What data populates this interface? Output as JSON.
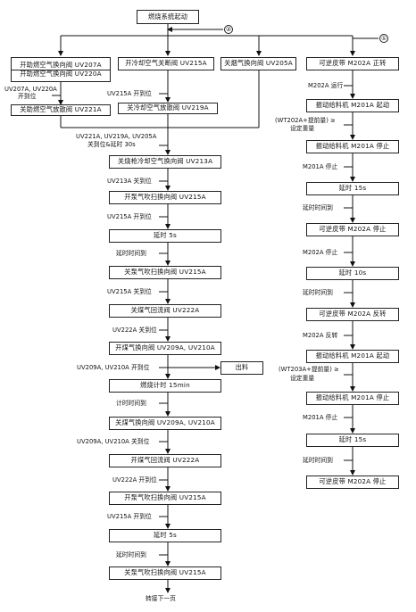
{
  "start": "燃烧系统起动",
  "markers": {
    "one": "①",
    "two": "②"
  },
  "left": {
    "bA1": "开助燃空气换向阀 UV207A",
    "bA2": "开助燃空气换向阀 UV220A",
    "bB": "开冷却空气关断阀 UV215A",
    "bC": "关烟气换向阀 UV205A",
    "lA": "UV207A, UV220A",
    "lA2": "开到位",
    "lB": "UV215A 开到位",
    "bD": "关助燃空气放散阀 UV221A",
    "bE": "关冷却空气放散阀 UV219A",
    "lJ1": "UV221A, UV219A, UV205A",
    "lJ2": "关到位&延时 30s",
    "s1": "关烧枪冷却空气换向阀 UV213A",
    "s1l": "UV213A 关到位",
    "s2": "开泵气吹扫换向阀 UV215A",
    "s2l": "UV215A 开到位",
    "s3": "延时 5s",
    "s3l": "延时时间到",
    "s4": "关泵气吹扫换向阀 UV215A",
    "s4l": "UV215A 关到位",
    "s5": "关煤气回流阀 UV222A",
    "s5l": "UV222A 关到位",
    "s6": "开煤气换向阀 UV209A, UV210A",
    "s6l": "UV209A, UV210A 开到位",
    "out": "出料",
    "s7": "燃烧计时 15min",
    "s7l": "计时时间到",
    "s8": "关煤气换向阀 UV209A, UV210A",
    "s8l": "UV209A, UV210A 关到位",
    "s9": "开煤气回流阀 UV222A",
    "s9l": "UV222A 开到位",
    "s10": "开泵气吹扫换向阀 UV215A",
    "s10l": "UV215A 开到位",
    "s11": "延时 5s",
    "s11l": "延时时间到",
    "s12": "关泵气吹扫换向阀 UV215A",
    "next": "转接下一页"
  },
  "right": {
    "r1": "可逆皮带 M202A 正转",
    "r1l": "M202A 运行",
    "r2": "振动给料机 M201A 起动",
    "r2l1": "(WT202A+提前量) ≥",
    "r2l2": "设定重量",
    "r3": "振动给料机 M201A 停止",
    "r3l": "M201A 停止",
    "r4": "延时 15s",
    "r4l": "延时时间到",
    "r5": "可逆皮带 M202A 停止",
    "r5l": "M202A 停止",
    "r6": "延时 10s",
    "r6l": "延时时间到",
    "r7": "可逆皮带 M202A 反转",
    "r7l": "M202A 反转",
    "r8": "振动给料机 M201A 起动",
    "r8l1": "(WT203A+提前量) ≥",
    "r8l2": "设定重量",
    "r9": "振动给料机 M201A 停止",
    "r9l": "M201A 停止",
    "r10": "延时 15s",
    "r10l": "延时时间到",
    "r11": "可逆皮带 M202A 停止"
  }
}
